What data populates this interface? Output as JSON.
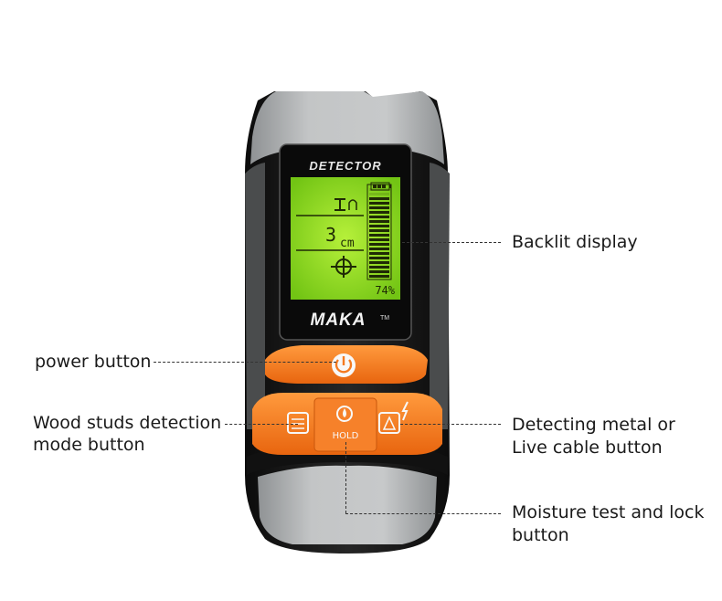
{
  "device": {
    "header_label": "DETECTOR",
    "brand": "MAKA",
    "trademark": "TM",
    "unit": "cm",
    "distance_value": "3",
    "percent_readout": "74%",
    "hold_label": "HOLD",
    "signal_level": 0.9,
    "colors": {
      "shell_gray": "#b3b5b6",
      "shell_dark": "#1a1a1a",
      "accent_orange": "#f47a20",
      "lcd_green": "#8fd21f"
    }
  },
  "callouts": {
    "backlit": "Backlit display",
    "power": "power button",
    "wood_line1": "Wood studs detection",
    "wood_line2": "mode button",
    "metal_line1": "Detecting metal or",
    "metal_line2": "Live cable button",
    "moisture_line1": "Moisture test and lock",
    "moisture_line2": "button"
  }
}
